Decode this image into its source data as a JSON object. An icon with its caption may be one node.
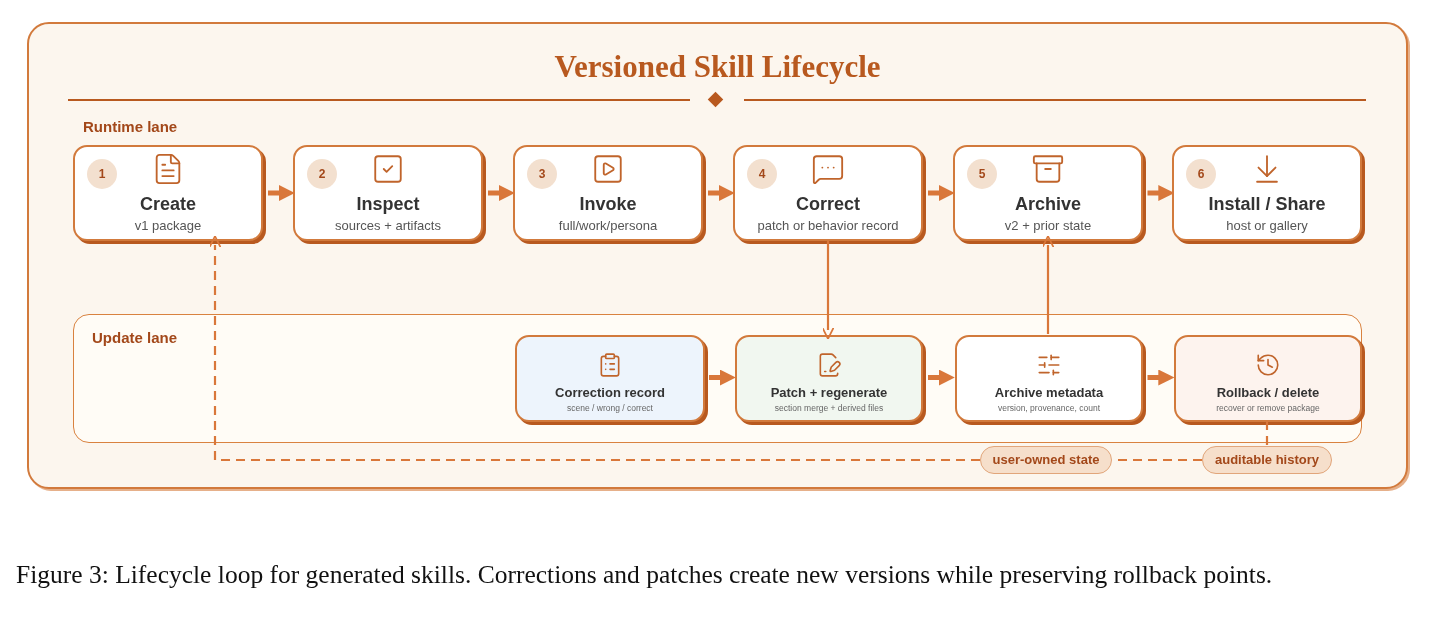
{
  "diagram": {
    "title": "Versioned Skill Lifecycle",
    "caption": "Figure 3: Lifecycle loop for generated skills. Corrections and patches create new versions while preserving rollback points.",
    "nodes": [
      {
        "text": [
          "1",
          "Create",
          "v1 package"
        ]
      },
      {
        "text": [
          "2",
          "Inspect",
          "sources + artifacts"
        ]
      },
      {
        "text": [
          "3",
          "Invoke",
          "full/work/persona"
        ]
      },
      {
        "text": [
          "4",
          "Correct",
          "patch or behavior record"
        ]
      },
      {
        "text": [
          "5",
          "Archive",
          "v2 + prior state"
        ]
      },
      {
        "text": [
          "6",
          "Install / Share",
          "host or gallery"
        ]
      },
      {
        "text": [
          "Update lane"
        ]
      },
      {
        "text": [
          "Correction record",
          "scene / wrong / correct"
        ],
        "in": 6
      },
      {
        "text": [
          "Patch + regenerate",
          "section merge + derived files"
        ],
        "in": 6
      },
      {
        "text": [
          "Archive metadata",
          "version, provenance, count"
        ],
        "in": 6
      },
      {
        "text": [
          "Rollback / delete",
          "recover or remove package"
        ],
        "in": 6
      },
      {
        "text": [
          "user-owned state"
        ]
      },
      {
        "text": [
          "auditable history"
        ]
      }
    ],
    "edges": [
      {
        "from": 0,
        "to": 1,
        "arrow": "to"
      },
      {
        "from": 1,
        "to": 2,
        "arrow": "to"
      },
      {
        "from": 2,
        "to": 3,
        "arrow": "to"
      },
      {
        "from": 3,
        "to": 4,
        "arrow": "to"
      },
      {
        "from": 4,
        "to": 5,
        "arrow": "to"
      },
      {
        "from": 3,
        "to": 8,
        "arrow": "to"
      },
      {
        "from": 9,
        "to": 4,
        "arrow": "to"
      },
      {
        "from": 7,
        "to": 8,
        "arrow": "to"
      },
      {
        "from": 8,
        "to": 9,
        "arrow": "to"
      },
      {
        "from": 9,
        "to": 10,
        "arrow": "to"
      },
      {
        "from": 10,
        "to": 12,
        "arrow": "none",
        "style": "dashed"
      },
      {
        "from": 12,
        "to": 11,
        "arrow": "none",
        "style": "dashed"
      },
      {
        "from": 11,
        "to": 0,
        "arrow": "to",
        "style": "dashed"
      }
    ],
    "labels": [
      "Runtime lane"
    ]
  }
}
